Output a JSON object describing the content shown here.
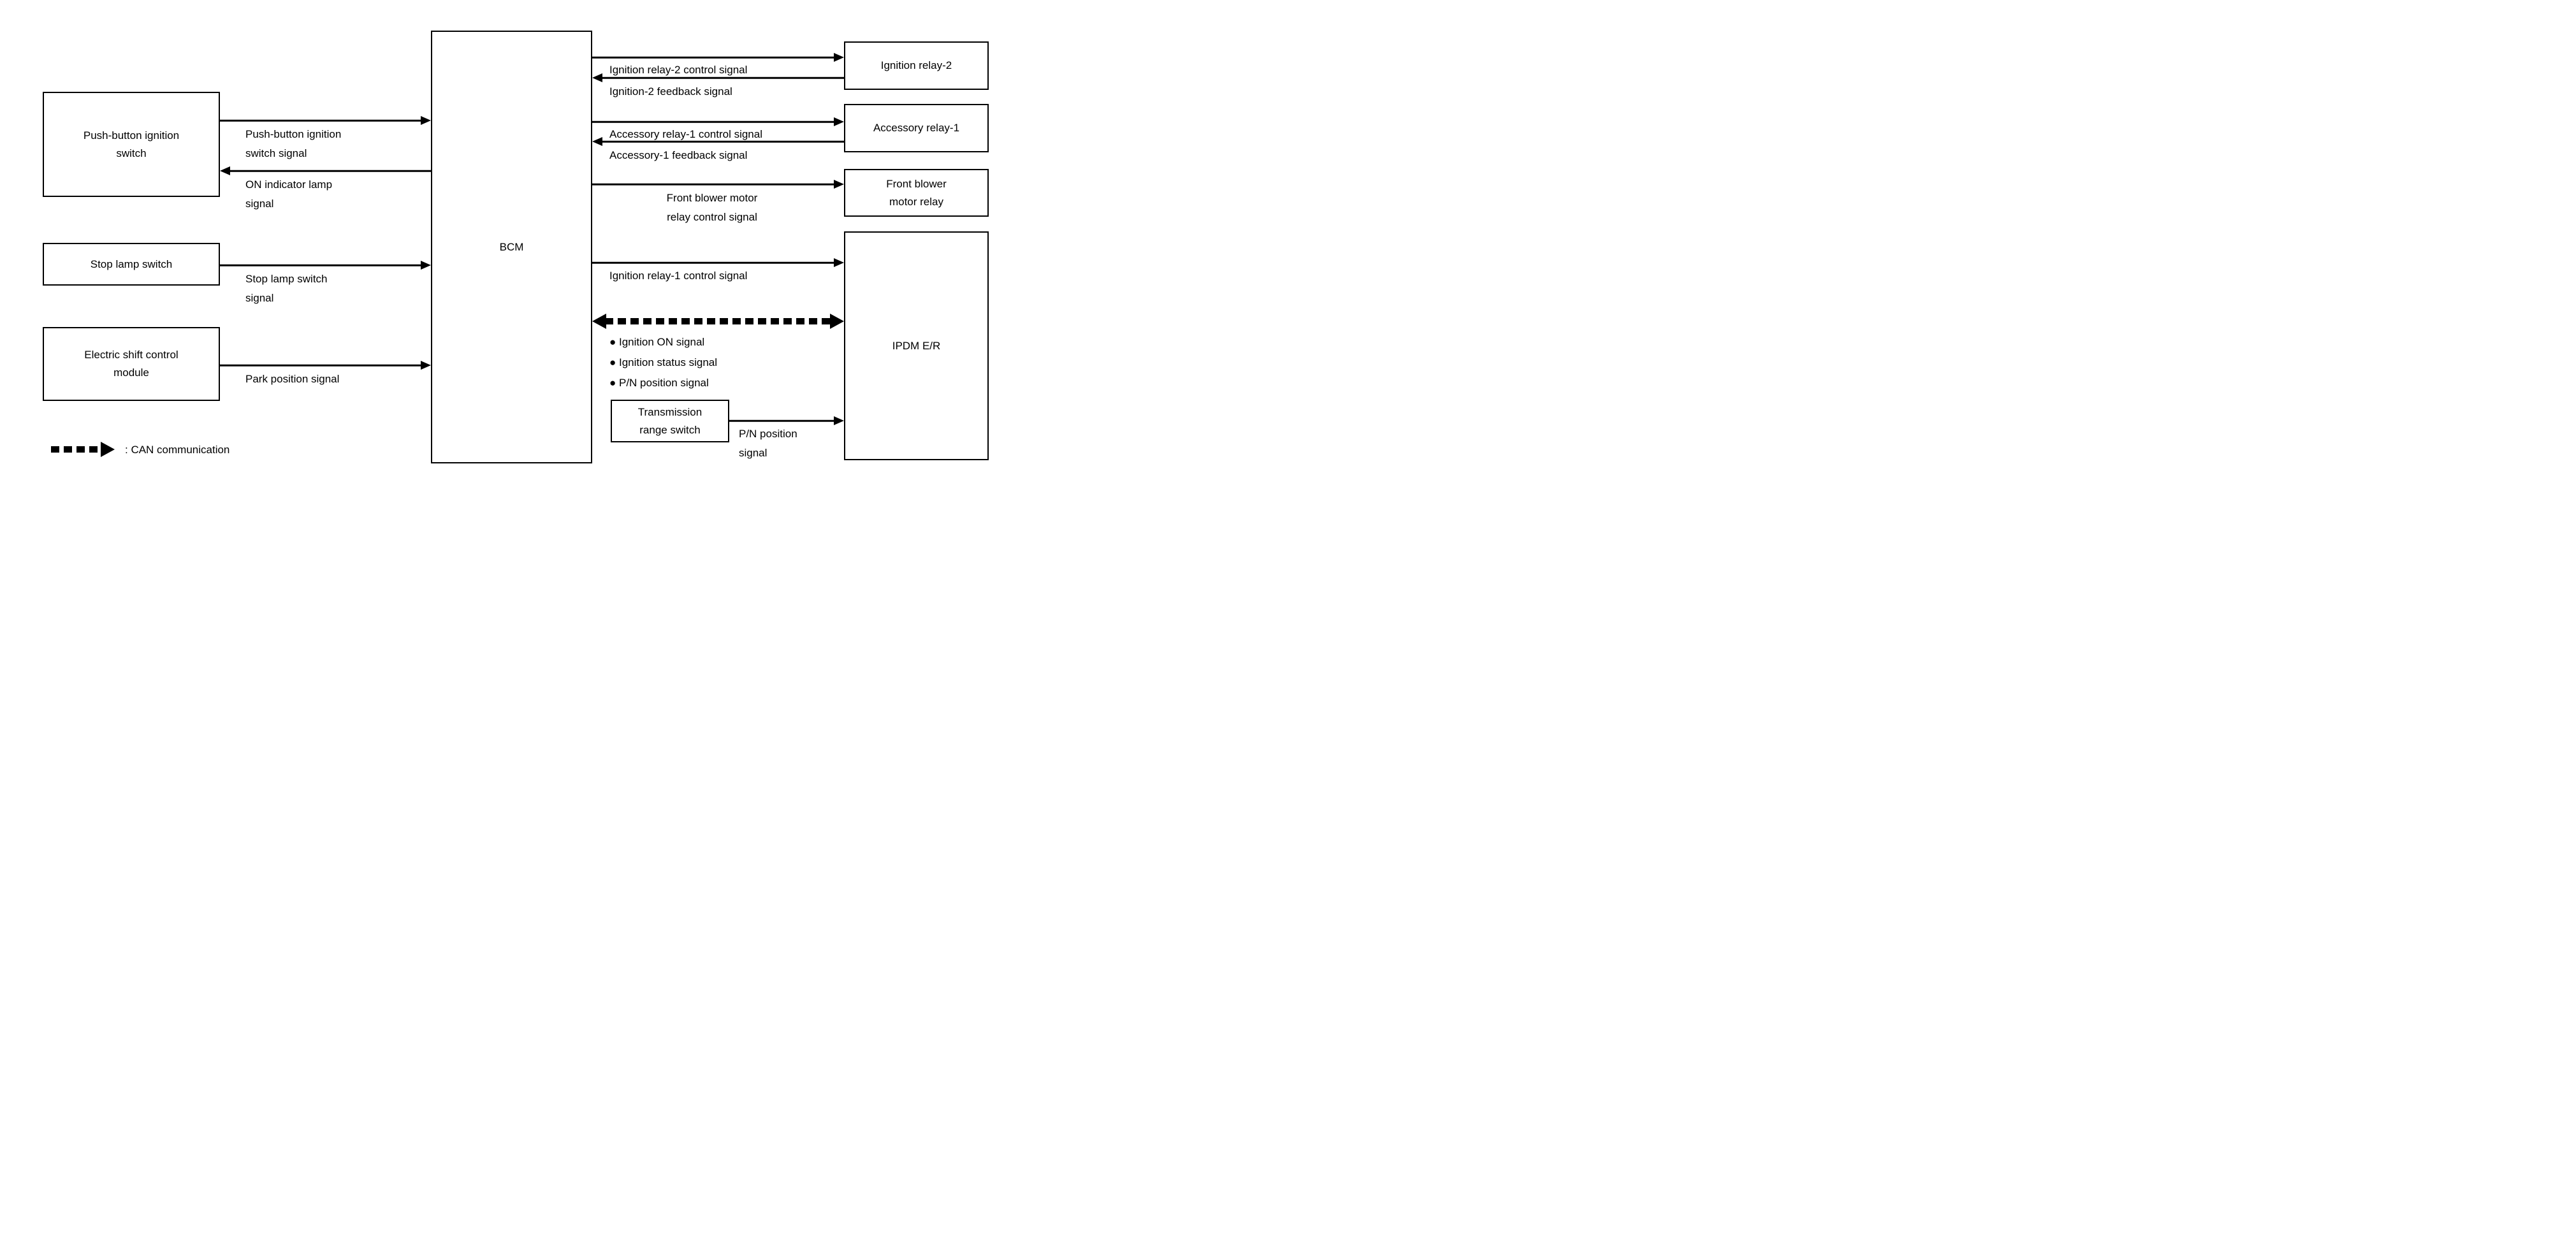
{
  "page": {
    "background_color": "#ffffff",
    "line_color": "#000000"
  },
  "nodes": {
    "push_button": {
      "label": "Push-button ignition\nswitch"
    },
    "stop_lamp": {
      "label": "Stop lamp switch"
    },
    "electric_shift": {
      "label": "Electric shift control\nmodule"
    },
    "bcm": {
      "label": "BCM"
    },
    "ignition_relay2": {
      "label": "Ignition relay-2"
    },
    "accessory_relay1": {
      "label": "Accessory relay-1"
    },
    "front_blower": {
      "label": "Front blower\nmotor relay"
    },
    "ipdm": {
      "label": "IPDM E/R"
    },
    "transmission": {
      "label": "Transmission\nrange switch"
    }
  },
  "signals": {
    "push_button_signal": "Push-button ignition\nswitch signal",
    "on_indicator_lamp": "ON indicator lamp\nsignal",
    "stop_lamp_signal": "Stop lamp switch\nsignal",
    "park_position": "Park position signal",
    "ignition_relay2_control": "Ignition relay-2 control signal",
    "ignition2_feedback": "Ignition-2 feedback signal",
    "accessory_relay1_control": "Accessory relay-1 control signal",
    "accessory1_feedback": "Accessory-1 feedback signal",
    "front_blower_control": "Front blower motor\nrelay control signal",
    "ignition_relay1_control": "Ignition relay-1 control signal",
    "can_signals": "● Ignition ON signal\n● Ignition status signal\n● P/N position signal",
    "pn_position": "P/N position\nsignal"
  },
  "legend": {
    "can_label": ": CAN communication"
  }
}
